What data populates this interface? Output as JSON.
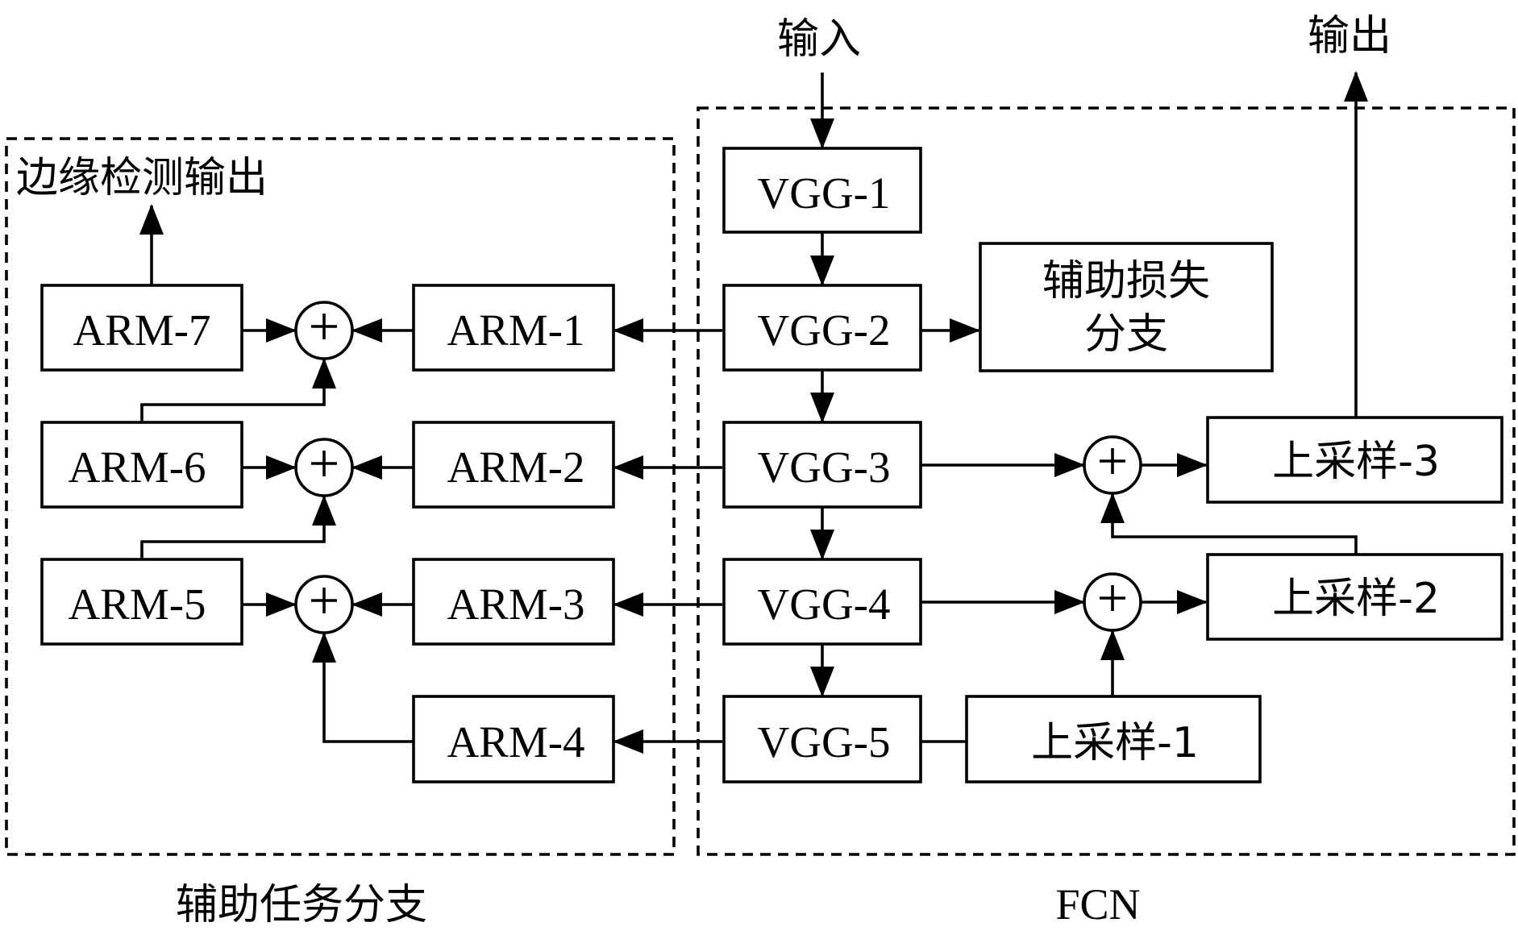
{
  "labels": {
    "input": "输入",
    "output": "输出",
    "edge_output": "边缘检测输出",
    "aux_loss_line1": "辅助损失",
    "aux_loss_line2": "分支",
    "aux_branch": "辅助任务分支",
    "fcn": "FCN"
  },
  "vgg": [
    "VGG-1",
    "VGG-2",
    "VGG-3",
    "VGG-4",
    "VGG-5"
  ],
  "arm": [
    "ARM-1",
    "ARM-2",
    "ARM-3",
    "ARM-4",
    "ARM-5",
    "ARM-6",
    "ARM-7"
  ],
  "upsample": [
    "上采样-1",
    "上采样-2",
    "上采样-3"
  ],
  "sum_symbol": "+"
}
